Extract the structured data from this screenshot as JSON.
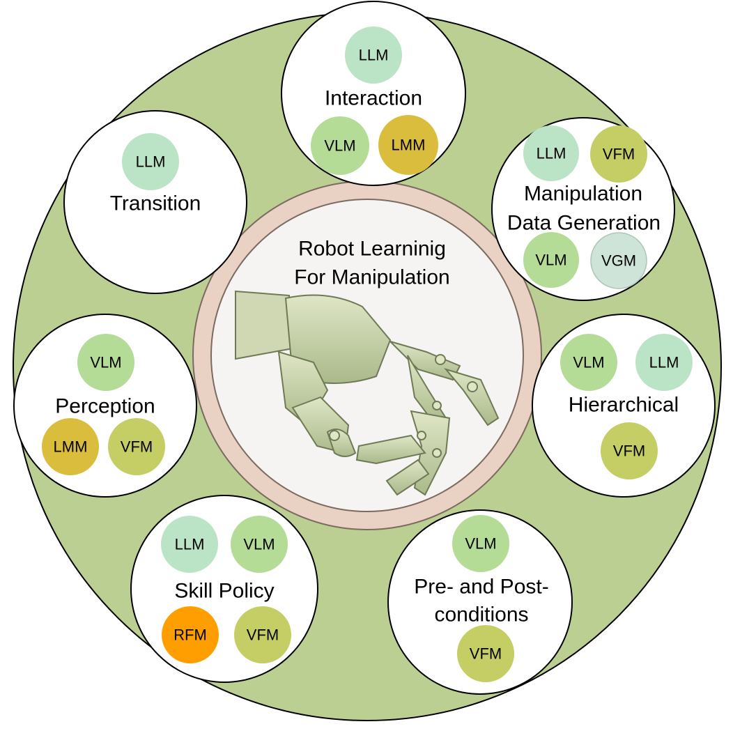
{
  "center": {
    "title_line1": "Robot Learninig",
    "title_line2": "For Manipulation"
  },
  "colors": {
    "outer_ring": "#bccf92",
    "outer_stroke": "#000000",
    "center_ring": "#e9d2c3",
    "center_fill": "#f6f4f2",
    "llm": "#bbe4c6",
    "vlm": "#b4dc96",
    "lmm": "#dbbd3e",
    "vfm": "#c5ce64",
    "vgm": "#cfe4d9",
    "rfm": "#ff9e00"
  },
  "modules": {
    "interaction": {
      "label": "Interaction",
      "badges": [
        "LLM",
        "VLM",
        "LMM"
      ]
    },
    "transition": {
      "label": "Transition",
      "badges": [
        "LLM"
      ]
    },
    "data_generation": {
      "label_line1": "Manipulation",
      "label_line2": "Data Generation",
      "badges": [
        "LLM",
        "VFM",
        "VLM",
        "VGM"
      ]
    },
    "perception": {
      "label": "Perception",
      "badges": [
        "VLM",
        "LMM",
        "VFM"
      ]
    },
    "hierarchical": {
      "label": "Hierarchical",
      "badges": [
        "VLM",
        "LLM",
        "VFM"
      ]
    },
    "skill_policy": {
      "label": "Skill Policy",
      "badges": [
        "LLM",
        "VLM",
        "RFM",
        "VFM"
      ]
    },
    "conditions": {
      "label_line1": "Pre- and Post-",
      "label_line2": "conditions",
      "badges": [
        "VLM",
        "VFM"
      ]
    }
  },
  "hand_illustration": "robot-hand-icon"
}
